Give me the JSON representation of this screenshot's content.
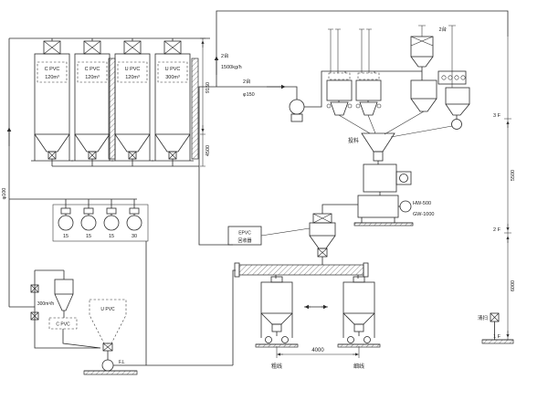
{
  "drawing": {
    "silos": [
      {
        "name": "C PVC",
        "capacity": "120m³"
      },
      {
        "name": "C PVC",
        "capacity": "120m³"
      },
      {
        "name": "U PVC",
        "capacity": "120m³"
      },
      {
        "name": "U PVC",
        "capacity": "300m³"
      }
    ],
    "blowers": {
      "ratings": [
        "15",
        "15",
        "15",
        "30"
      ],
      "flow_label": "300m³/h"
    },
    "pipes": {
      "qty_a": "2台",
      "feed_rate": "1500kg/h",
      "qty_b": "2台",
      "diameter": "φ150",
      "qty_c": "2台",
      "left_riser_dia": "φ100"
    },
    "labels": {
      "c_pvc_small": "C PVC",
      "u_pvc_small": "U PVC",
      "floor_line": "F.L",
      "recycle_line1": "EPVC",
      "recycle_line2": "回收器",
      "feed_funnel": "投料",
      "mixer_hot": "HW-500",
      "mixer_cool": "GW-1000",
      "cleanout": "清扫",
      "line_left": "粗线",
      "line_right": "细线"
    },
    "dims": {
      "silo_upper": "9150",
      "silo_lower": "4500",
      "right_upper": "5500",
      "right_lower": "6000",
      "bin_spacing": "4000"
    },
    "floors": {
      "f3": "3 F",
      "f2": "2 F",
      "f1": "1 F"
    }
  }
}
